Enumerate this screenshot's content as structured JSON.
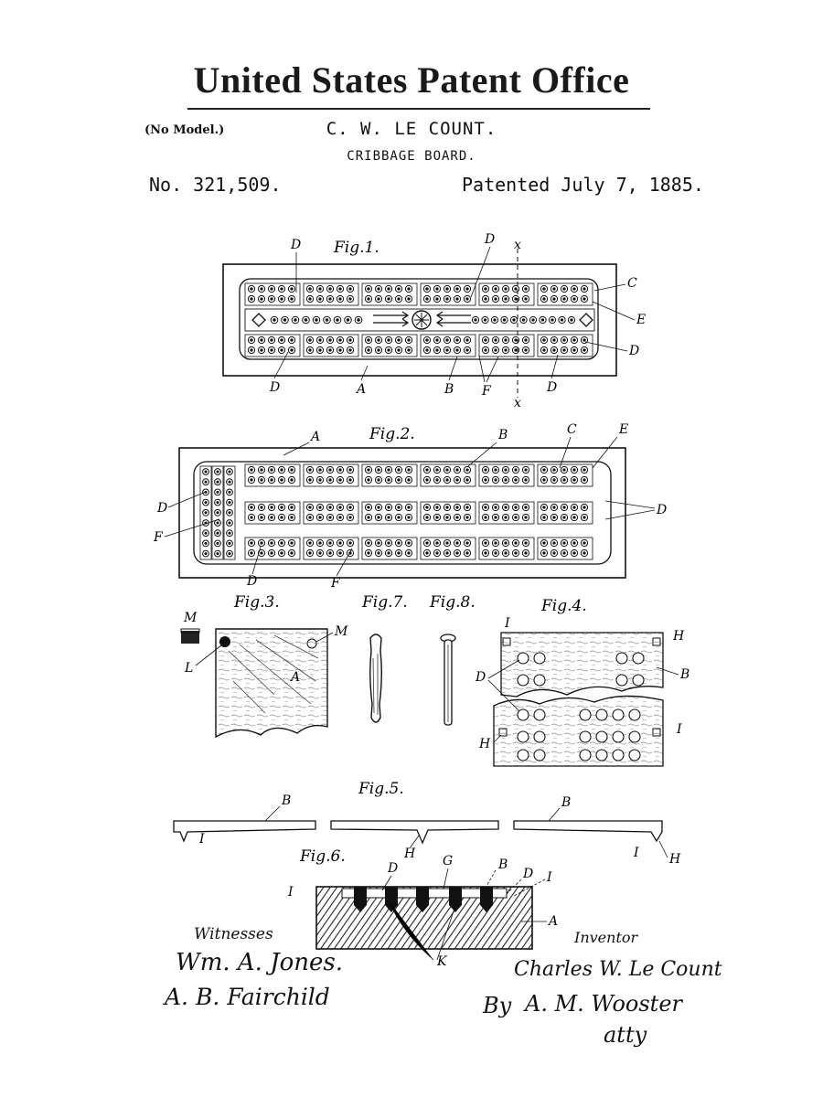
{
  "header": {
    "office": "United States Patent Office",
    "no_model": "(No Model.)",
    "inventor": "C. W. LE COUNT.",
    "subject": "CRIBBAGE BOARD.",
    "patent_number": "No. 321,509.",
    "patented": "Patented July 7, 1885."
  },
  "figures": {
    "fig1": "Fig.1.",
    "fig2": "Fig.2.",
    "fig3": "Fig.3.",
    "fig4": "Fig.4.",
    "fig5": "Fig.5.",
    "fig6": "Fig.6.",
    "fig7": "Fig.7.",
    "fig8": "Fig.8."
  },
  "labels": {
    "A": "A",
    "B": "B",
    "C": "C",
    "D": "D",
    "E": "E",
    "F": "F",
    "G": "G",
    "H": "H",
    "I": "I",
    "K": "K",
    "L": "L",
    "M": "M",
    "x": "x"
  },
  "signatures": {
    "witnesses_label": "Witnesses",
    "witness1": "Wm. A. Jones.",
    "witness2": "A. B. Fairchild",
    "inventor_label": "Inventor",
    "inventor_sig": "Charles W. Le Count",
    "by": "By",
    "attorney": "A. M. Wooster",
    "atty": "atty"
  }
}
